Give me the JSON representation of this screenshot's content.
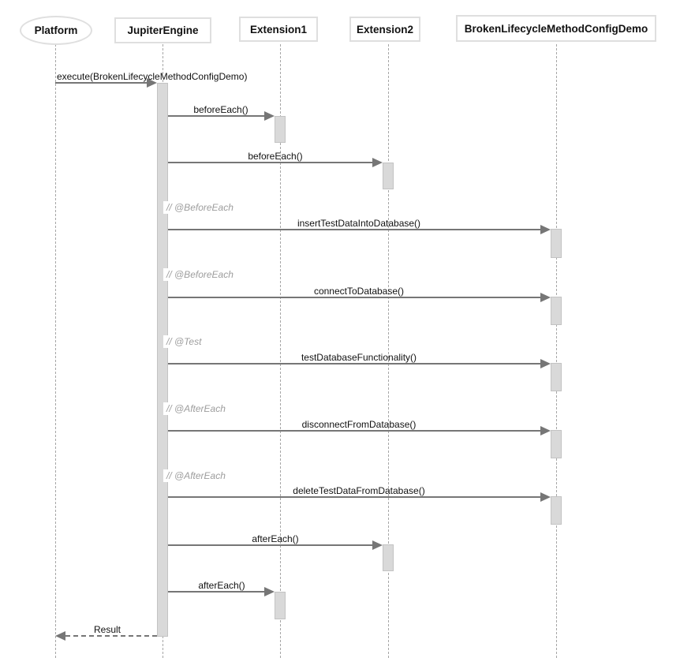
{
  "participants": [
    {
      "name": "Platform",
      "shape": "ellipse"
    },
    {
      "name": "JupiterEngine",
      "shape": "rect"
    },
    {
      "name": "Extension1",
      "shape": "rect"
    },
    {
      "name": "Extension2",
      "shape": "rect"
    },
    {
      "name": "BrokenLifecycleMethodConfigDemo",
      "shape": "rect"
    }
  ],
  "messages": [
    {
      "label": "execute(BrokenLifecycleMethodConfigDemo)",
      "from": "Platform",
      "to": "JupiterEngine",
      "style": "solid"
    },
    {
      "label": "beforeEach()",
      "from": "JupiterEngine",
      "to": "Extension1",
      "style": "solid"
    },
    {
      "label": "beforeEach()",
      "from": "JupiterEngine",
      "to": "Extension2",
      "style": "solid"
    },
    {
      "comment": "// @BeforeEach",
      "label": "insertTestDataIntoDatabase()",
      "from": "JupiterEngine",
      "to": "BrokenLifecycleMethodConfigDemo",
      "style": "solid"
    },
    {
      "comment": "// @BeforeEach",
      "label": "connectToDatabase()",
      "from": "JupiterEngine",
      "to": "BrokenLifecycleMethodConfigDemo",
      "style": "solid"
    },
    {
      "comment": "// @Test",
      "label": "testDatabaseFunctionality()",
      "from": "JupiterEngine",
      "to": "BrokenLifecycleMethodConfigDemo",
      "style": "solid"
    },
    {
      "comment": "// @AfterEach",
      "label": "disconnectFromDatabase()",
      "from": "JupiterEngine",
      "to": "BrokenLifecycleMethodConfigDemo",
      "style": "solid"
    },
    {
      "comment": "// @AfterEach",
      "label": "deleteTestDataFromDatabase()",
      "from": "JupiterEngine",
      "to": "BrokenLifecycleMethodConfigDemo",
      "style": "solid"
    },
    {
      "label": "afterEach()",
      "from": "JupiterEngine",
      "to": "Extension2",
      "style": "solid"
    },
    {
      "label": "afterEach()",
      "from": "JupiterEngine",
      "to": "Extension1",
      "style": "solid"
    },
    {
      "label": "Result",
      "from": "JupiterEngine",
      "to": "Platform",
      "style": "dashed-return"
    }
  ],
  "colors": {
    "arrow": "#767676",
    "lifeline": "#a6a6a6",
    "activation_fill": "#d9d9d9",
    "activation_border": "#c3c3c3",
    "comment_text": "#9d9d9d",
    "box_border": "#dfdfdf",
    "background": "#ffffff"
  }
}
